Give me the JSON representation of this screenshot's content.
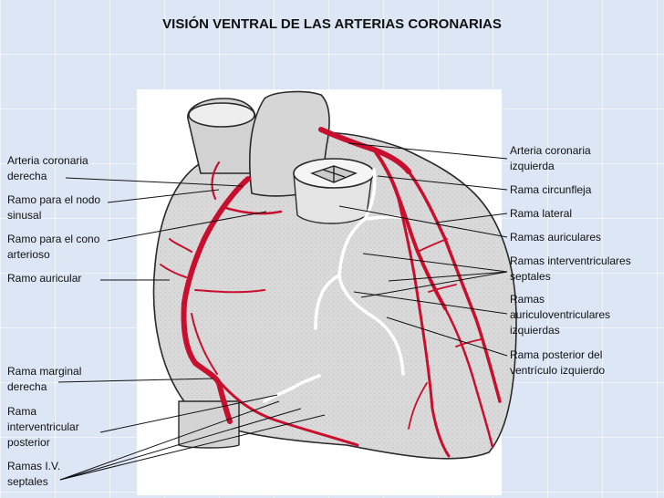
{
  "title": "VISIÓN VENTRAL DE LAS ARTERIAS CORONARIAS",
  "colors": {
    "artery": "#c8102e",
    "vein": "#ffffff",
    "heart": "#d7d7d7",
    "outline": "#2a2a2a"
  },
  "left_labels": [
    [
      "Arteria coronaria",
      "derecha"
    ],
    [
      "Ramo para el nodo",
      "sinusal"
    ],
    [
      "Ramo para el cono",
      "arterioso"
    ],
    [
      "Ramo auricular"
    ],
    [
      "Rama marginal",
      "derecha"
    ],
    [
      "Rama",
      "interventricular",
      "posterior"
    ],
    [
      "Ramas I.V.",
      "septales"
    ]
  ],
  "right_labels": [
    [
      "Arteria coronaria",
      "izquierda"
    ],
    [
      "Rama circunfleja"
    ],
    [
      "Rama lateral"
    ],
    [
      "Ramas auriculares"
    ],
    [
      "Ramas interventriculares",
      "septales"
    ],
    [
      "Ramas",
      "auriculoventriculares",
      "izquierdas"
    ],
    [
      "Rama posterior del",
      "ventrículo izquierdo"
    ]
  ]
}
